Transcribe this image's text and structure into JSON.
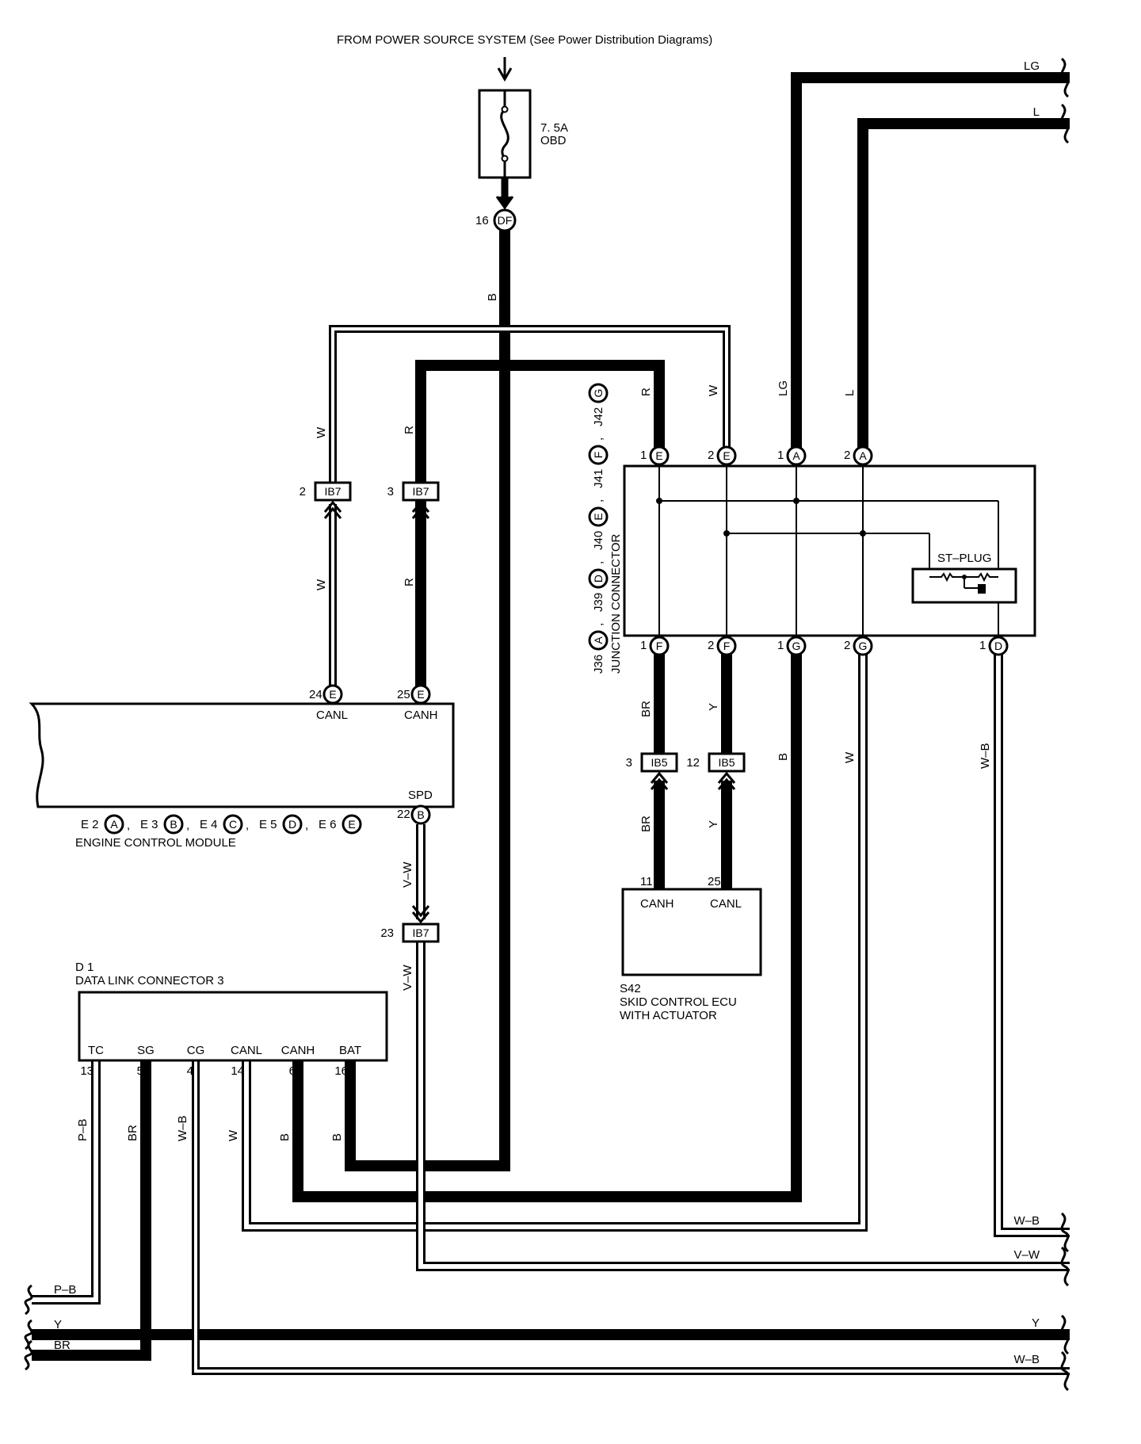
{
  "header": {
    "source": "FROM POWER SOURCE SYSTEM (See Power Distribution Diagrams)"
  },
  "fuse": {
    "amp": "7. 5A",
    "name": "OBD",
    "pin": "16",
    "conn": "DF"
  },
  "jc": {
    "name": "JUNCTION CONNECTOR",
    "codes": [
      {
        "id": "J36",
        "letter": "A"
      },
      {
        "id": "J39",
        "letter": "D"
      },
      {
        "id": "J40",
        "letter": "E"
      },
      {
        "id": "J41",
        "letter": "F"
      },
      {
        "id": "J42",
        "letter": "G"
      }
    ],
    "st_plug": "ST–PLUG",
    "top_pins": [
      {
        "num": "1",
        "letter": "E"
      },
      {
        "num": "2",
        "letter": "E"
      },
      {
        "num": "1",
        "letter": "A"
      },
      {
        "num": "2",
        "letter": "A"
      }
    ],
    "bottom_pins": [
      {
        "num": "1",
        "letter": "F"
      },
      {
        "num": "2",
        "letter": "F"
      },
      {
        "num": "1",
        "letter": "G"
      },
      {
        "num": "2",
        "letter": "G"
      },
      {
        "num": "1",
        "letter": "D"
      }
    ]
  },
  "ecm": {
    "title": "ENGINE CONTROL MODULE",
    "codes": [
      {
        "id": "E 2",
        "letter": "A"
      },
      {
        "id": "E 3",
        "letter": "B"
      },
      {
        "id": "E 4",
        "letter": "C"
      },
      {
        "id": "E 5",
        "letter": "D"
      },
      {
        "id": "E 6",
        "letter": "E"
      }
    ],
    "pins": [
      {
        "num": "24",
        "letter": "E",
        "label": "CANL"
      },
      {
        "num": "25",
        "letter": "E",
        "label": "CANH"
      },
      {
        "num": "22",
        "letter": "B",
        "label": "SPD"
      }
    ]
  },
  "ib7": {
    "name": "IB7",
    "pin_w": "2",
    "pin_r": "3",
    "pin_vw": "23"
  },
  "ib5": {
    "name": "IB5",
    "pin_br": "3",
    "pin_y": "12"
  },
  "skid": {
    "code": "S42",
    "line1": "SKID CONTROL ECU",
    "line2": "WITH ACTUATOR",
    "pins": [
      {
        "num": "11",
        "label": "CANH"
      },
      {
        "num": "25",
        "label": "CANL"
      }
    ]
  },
  "dlc": {
    "code": "D 1",
    "title": "DATA LINK CONNECTOR 3",
    "pins": [
      {
        "num": "13",
        "label": "TC",
        "wire": "P–B"
      },
      {
        "num": "5",
        "label": "SG",
        "wire": "BR"
      },
      {
        "num": "4",
        "label": "CG",
        "wire": "W–B"
      },
      {
        "num": "14",
        "label": "CANL",
        "wire": "W"
      },
      {
        "num": "6",
        "label": "CANH",
        "wire": "B"
      },
      {
        "num": "16",
        "label": "BAT",
        "wire": "B"
      }
    ]
  },
  "wires": {
    "fuse_out": "B",
    "ecm_canl": "W",
    "ecm_canl_lower": "W",
    "ecm_canh": "R",
    "ecm_canh_lower": "R",
    "jc_top": [
      "R",
      "W",
      "LG",
      "L"
    ],
    "jc_bottom": [
      "BR",
      "Y",
      "B",
      "W",
      "W–B"
    ],
    "skid_canh": "BR",
    "skid_canl": "Y",
    "spd": "V–W",
    "spd_lower": "V–W"
  },
  "edges": {
    "right": [
      "LG",
      "L",
      "W–B",
      "V–W",
      "Y",
      "W–B"
    ],
    "left": [
      "P–B",
      "Y",
      "BR"
    ]
  }
}
